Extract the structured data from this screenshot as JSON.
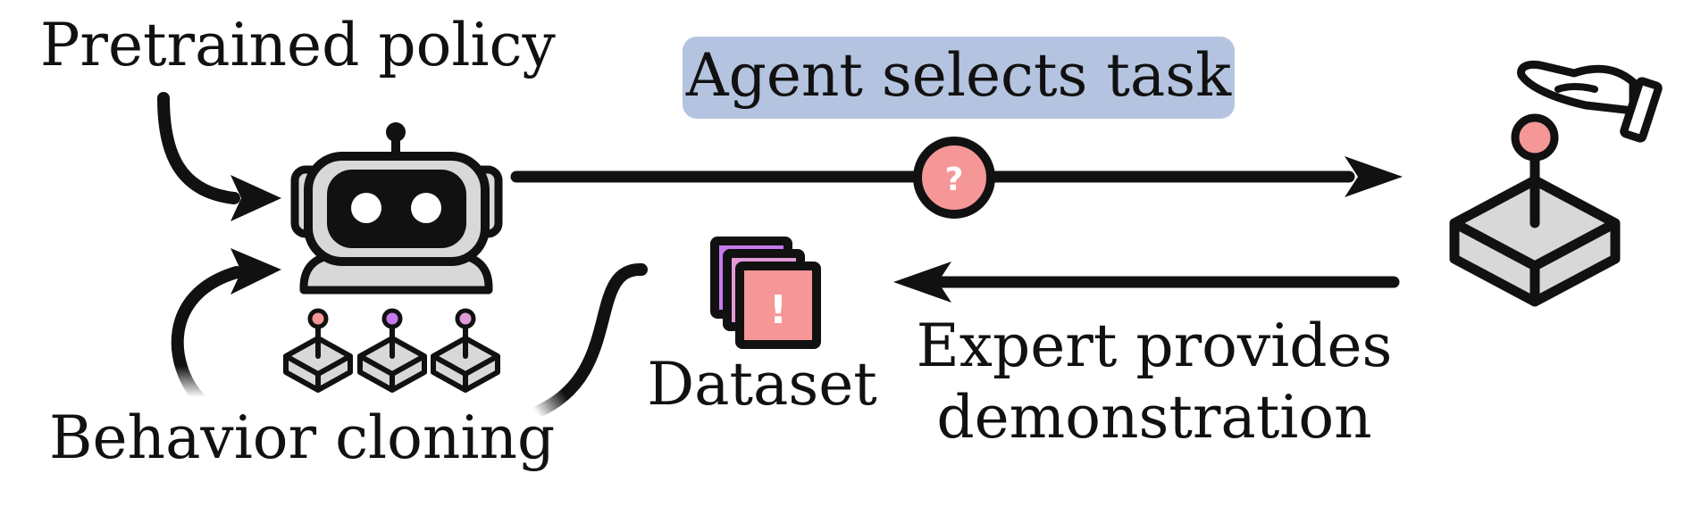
{
  "labels": {
    "pretrained": "Pretrained policy",
    "agent_selects": "Agent selects task",
    "behavior_cloning": "Behavior cloning",
    "dataset": "Dataset",
    "expert_line1": "Expert provides",
    "expert_line2": "demonstration"
  },
  "badges": {
    "question": "?",
    "alert": "!"
  },
  "colors": {
    "ink": "#111111",
    "task_box": "#b4c3df",
    "salmon": "#f59697",
    "violet": "#c77af0",
    "pink": "#e29ad8",
    "gray": "#d8d8d8"
  },
  "icons": {
    "agent": "robot-icon",
    "expert": "joystick-icon",
    "tasks": "mini-joystick-icon",
    "data": "document-stack-icon"
  }
}
